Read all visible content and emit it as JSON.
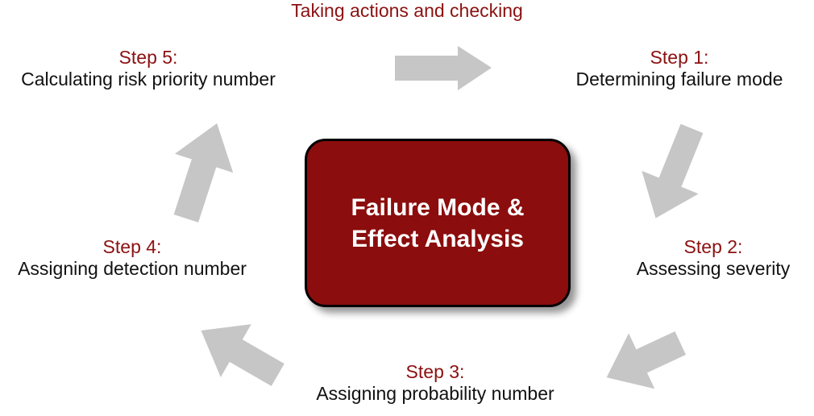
{
  "diagram": {
    "title": "Failure Mode & Effect Analysis",
    "center_label": "Failure Mode &\nEffect Analysis",
    "cycle_caption": "Taking actions and checking",
    "colors": {
      "center_box_fill": "#8b0d0d",
      "center_box_border": "#000000",
      "center_box_text": "#ffffff",
      "step_title_text": "#8c1111",
      "step_desc_text": "#111111",
      "arrow_fill": "#c6c6c6",
      "background": "#ffffff"
    },
    "steps": [
      {
        "id": "step-1",
        "title": "Step 1:",
        "description": "Determining failure mode"
      },
      {
        "id": "step-2",
        "title": "Step 2:",
        "description": "Assessing severity"
      },
      {
        "id": "step-3",
        "title": "Step 3:",
        "description": "Assigning probability number"
      },
      {
        "id": "step-4",
        "title": "Step 4:",
        "description": "Assigning detection number"
      },
      {
        "id": "step-5",
        "title": "Step 5:",
        "description": "Calculating risk priority number"
      }
    ],
    "arrows": [
      {
        "id": "arrow-top",
        "direction": "right",
        "from": "step-5",
        "to": "step-1"
      },
      {
        "id": "arrow-right-upper",
        "direction": "down-right",
        "from": "step-1",
        "to": "step-2"
      },
      {
        "id": "arrow-right-lower",
        "direction": "down-left",
        "from": "step-2",
        "to": "step-3"
      },
      {
        "id": "arrow-left-lower",
        "direction": "up-left",
        "from": "step-3",
        "to": "step-4"
      },
      {
        "id": "arrow-left-upper",
        "direction": "up-right",
        "from": "step-4",
        "to": "step-5"
      }
    ]
  }
}
